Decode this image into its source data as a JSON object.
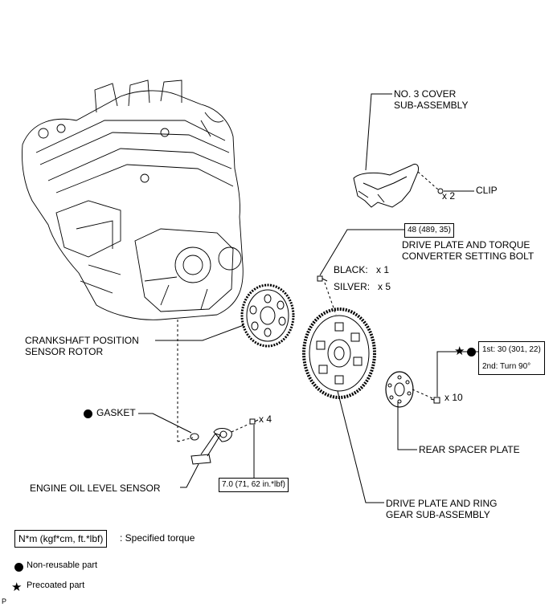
{
  "labels": {
    "no3_cover": [
      "NO. 3 COVER",
      "SUB-ASSEMBLY"
    ],
    "clip": "CLIP",
    "clip_qty": "x 2",
    "drive_plate_bolt": [
      "DRIVE PLATE AND TORQUE",
      "CONVERTER SETTING BOLT"
    ],
    "black": "BLACK:",
    "black_qty": "x 1",
    "silver": "SILVER:",
    "silver_qty": "x 5",
    "crank_rotor": [
      "CRANKSHAFT POSITION",
      "SENSOR ROTOR"
    ],
    "gasket": "GASKET",
    "sensor_bolt_qty": "x 4",
    "rear_spacer": "REAR SPACER PLATE",
    "spacer_bolt_qty": "x 10",
    "oil_sensor": "ENGINE OIL LEVEL SENSOR",
    "drive_plate_ring": [
      "DRIVE PLATE AND RING",
      "GEAR SUB-ASSEMBLY"
    ],
    "page_marker": "P"
  },
  "torque": {
    "drive_plate_bolt": "48 (489, 35)",
    "spacer_first": "1st: 30 (301, 22)",
    "spacer_second": "2nd: Turn 90°",
    "oil_sensor": "7.0 (71, 62 in.*lbf)"
  },
  "legend": {
    "torque_unit": "N*m (kgf*cm, ft.*lbf)",
    "torque_text": ": Specified torque",
    "non_reusable": "Non-reusable part",
    "precoated": "Precoated part"
  },
  "icons": {
    "non_reusable": "filled-circle-icon",
    "precoated": "black-star-icon"
  }
}
